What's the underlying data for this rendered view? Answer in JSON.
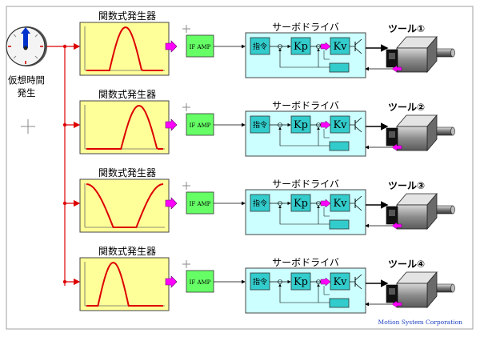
{
  "clock_label_line1": "仮想時間",
  "clock_label_line2": "発生",
  "footer": "Motion System Corporation",
  "channels": [
    {
      "fg_title": "関数式発生器",
      "amp_label": "IF AMP",
      "driver_title": "サーボドライバ",
      "cmd_label": "指令",
      "kp_label": "Kp",
      "kv_label": "Kv",
      "tool_label": "ツール①",
      "curve": "peak-right"
    },
    {
      "fg_title": "関数式発生器",
      "amp_label": "IF AMP",
      "driver_title": "サーボドライバ",
      "cmd_label": "指令",
      "kp_label": "Kp",
      "kv_label": "Kv",
      "tool_label": "ツール②",
      "curve": "peak-late"
    },
    {
      "fg_title": "関数式発生器",
      "amp_label": "IF AMP",
      "driver_title": "サーボドライバ",
      "cmd_label": "指令",
      "kp_label": "Kp",
      "kv_label": "Kv",
      "tool_label": "ツール③",
      "curve": "valley"
    },
    {
      "fg_title": "関数式発生器",
      "amp_label": "IF AMP",
      "driver_title": "サーボドライバ",
      "cmd_label": "指令",
      "kp_label": "Kp",
      "kv_label": "Kv",
      "tool_label": "ツール④",
      "curve": "peak-left"
    }
  ],
  "colors": {
    "fg_fill": "#ffff99",
    "amp_fill": "#66ff66",
    "driver_fill": "#ccffff",
    "block_fill": "#33cccc",
    "signal_red": "#dd0000",
    "arrow_magenta": "#ff00ff",
    "clock_hand": "#0033cc"
  }
}
